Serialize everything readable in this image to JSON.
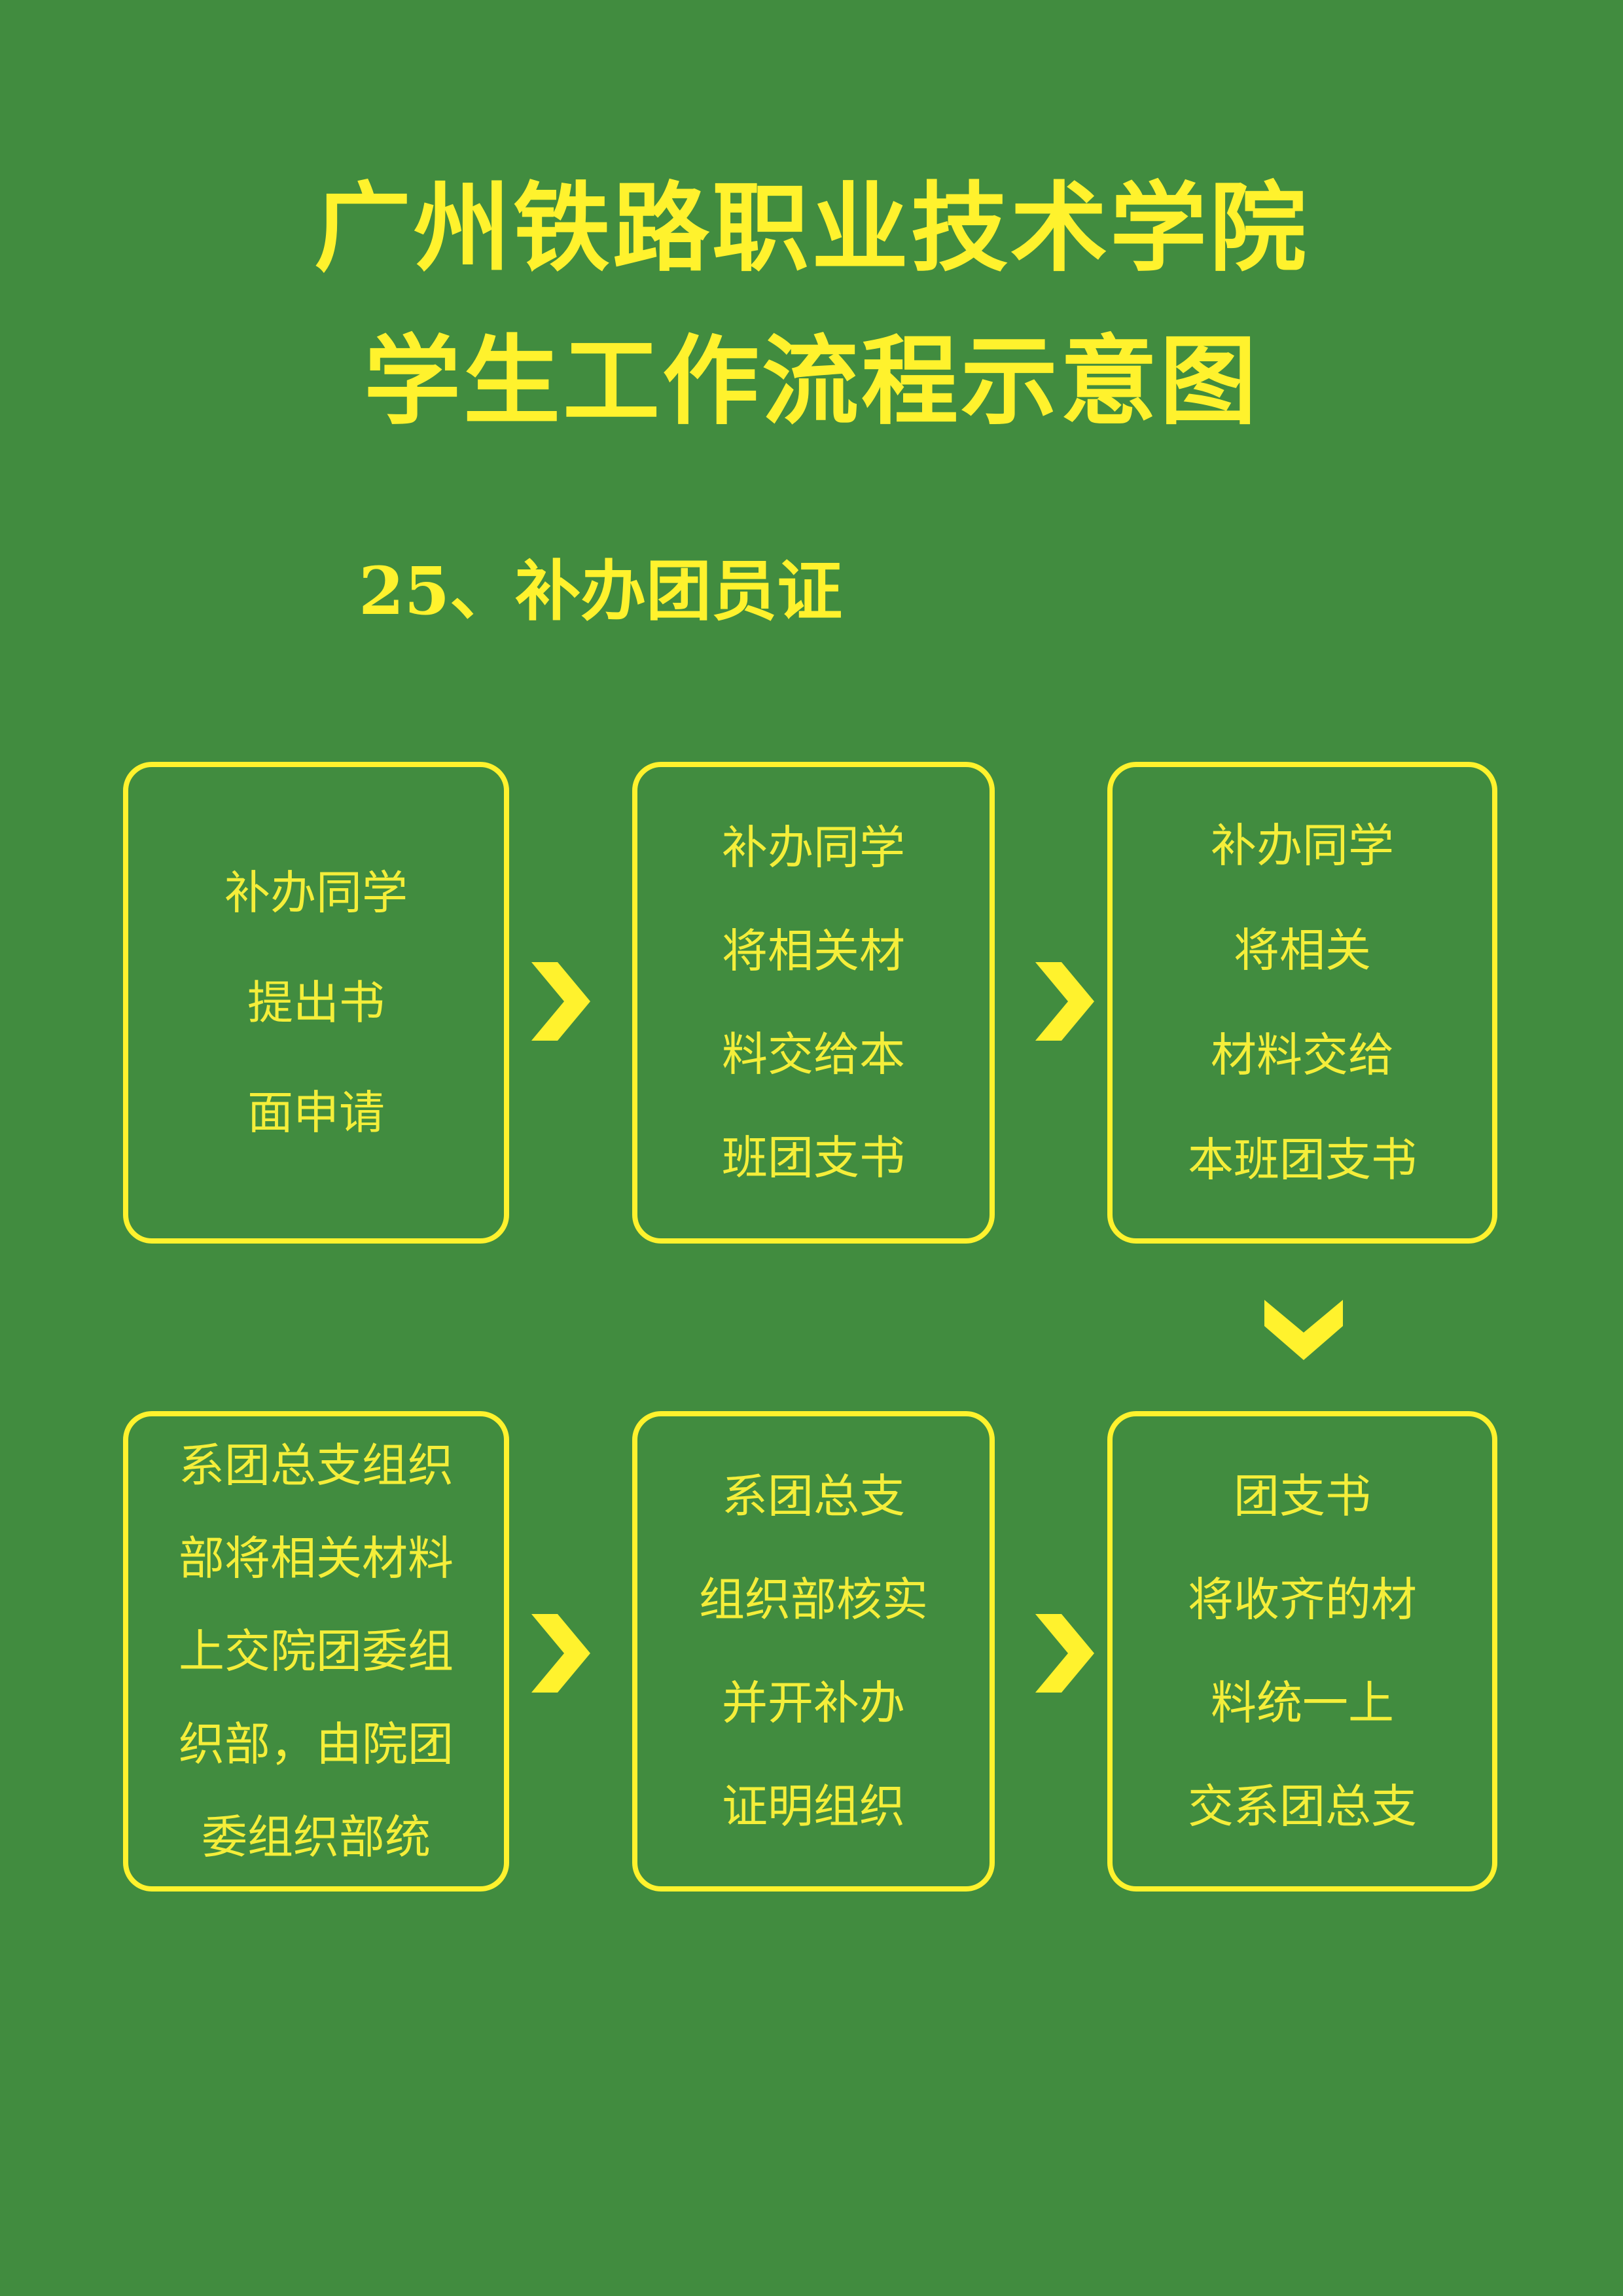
{
  "title": {
    "line1": "广州铁路职业技术学院",
    "line2": "学生工作流程示意图"
  },
  "subtitle": "25、补办团员证",
  "colors": {
    "background": "#418c3f",
    "accent": "#fff22d",
    "box_text": "#f4ee3a"
  },
  "steps": [
    {
      "lines": [
        "补办同学",
        "提出书",
        "面申请"
      ]
    },
    {
      "lines": [
        "补办同学",
        "将相关材",
        "料交给本",
        "班团支书"
      ]
    },
    {
      "lines": [
        "补办同学",
        "将相关",
        "材料交给",
        "本班团支书"
      ]
    },
    {
      "lines": [
        "团支书",
        "将收齐的材",
        "料统一上",
        "交系团总支"
      ]
    },
    {
      "lines": [
        "系团总支",
        "组织部核实",
        "并开补办",
        "证明组织"
      ]
    },
    {
      "lines": [
        "系团总支组织",
        "部将相关材料",
        "上交院团委组",
        "织部，由院团",
        "委组织部统"
      ]
    }
  ],
  "connectors": [
    {
      "from": 1,
      "to": 2,
      "icon": "chevron-right-icon"
    },
    {
      "from": 2,
      "to": 3,
      "icon": "chevron-right-icon"
    },
    {
      "from": 3,
      "to": 4,
      "icon": "chevron-down-icon"
    },
    {
      "from": 6,
      "to": 5,
      "icon": "chevron-right-icon"
    },
    {
      "from": 5,
      "to": 4,
      "icon": "chevron-right-icon"
    }
  ]
}
